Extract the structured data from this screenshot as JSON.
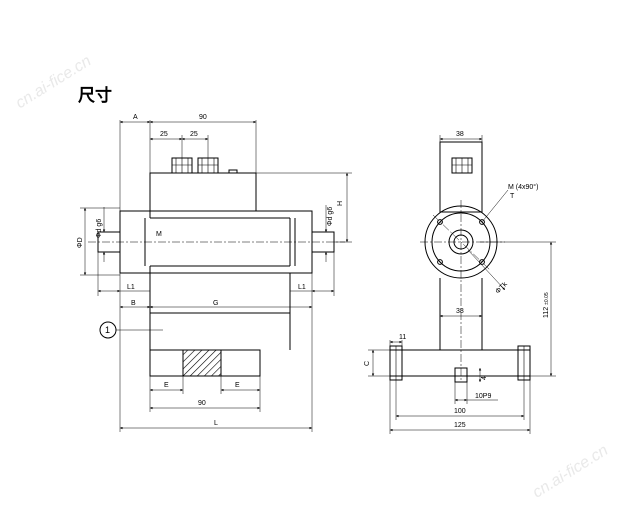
{
  "title": "尺寸",
  "watermarks": [
    "cn.ai-fice.cn",
    "cn.ai-fice.cn"
  ],
  "side_view": {
    "dims": {
      "A": "A",
      "width_90_top": "90",
      "conn_25_a": "25",
      "conn_25_b": "25",
      "H": "H",
      "d_g6_left": "Φd g6",
      "d_g6_right": "Φd g6",
      "D": "ΦD",
      "M": "M",
      "L1_left": "L1",
      "L1_right": "L1",
      "B": "B",
      "G": "G",
      "E_left": "E",
      "E_right": "E",
      "width_90_bottom": "90",
      "L": "L"
    },
    "callout": "1"
  },
  "end_view": {
    "dims": {
      "width_38_top": "38",
      "M_holes": "M (4x90°)",
      "T": "T",
      "Tk": "ΦTk",
      "width_38_mid": "38",
      "height_112": "112",
      "height_112_tol": "±0.05",
      "C": "C",
      "dim_11": "11",
      "dim_4": "4",
      "key_10P9": "10P9",
      "dim_100": "100",
      "dim_125": "125"
    }
  }
}
